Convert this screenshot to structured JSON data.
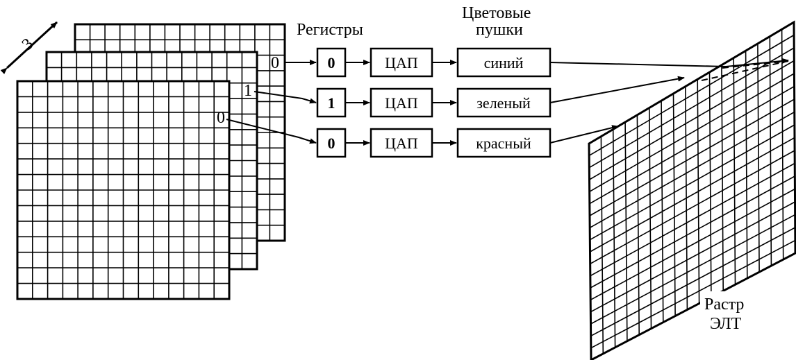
{
  "labels": {
    "registers": "Регистры",
    "guns_line1": "Цветовые",
    "guns_line2": "пушки",
    "raster_line1": "Растр",
    "raster_line2": "ЭЛТ",
    "plane_count": "3"
  },
  "planes": [
    {
      "bit": "0"
    },
    {
      "bit": "1"
    },
    {
      "bit": "0"
    }
  ],
  "channels": [
    {
      "register": "0",
      "dac": "ЦАП",
      "gun": "синий"
    },
    {
      "register": "1",
      "dac": "ЦАП",
      "gun": "зеленый"
    },
    {
      "register": "0",
      "dac": "ЦАП",
      "gun": "красный"
    }
  ],
  "grid": {
    "plane_cells": 14,
    "raster_cols": 17,
    "raster_rows": 18
  },
  "colors": {
    "ink": "#000000",
    "background": "#ffffff"
  }
}
